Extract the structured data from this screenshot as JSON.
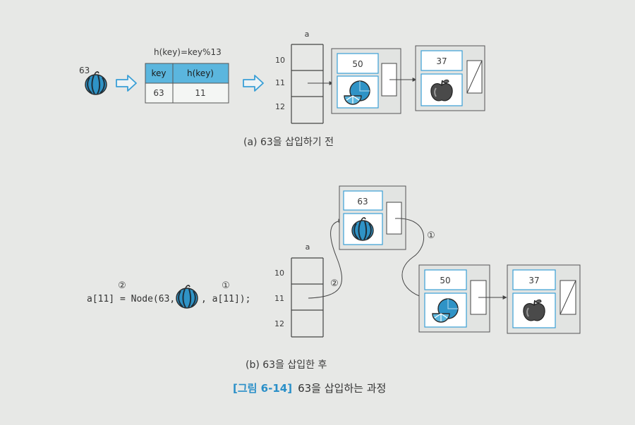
{
  "part_a": {
    "input_key": "63",
    "hash_formula": "h(key)=key%13",
    "hash_table": {
      "headers": [
        "key",
        "h(key)"
      ],
      "row": [
        "63",
        "11"
      ]
    },
    "array_label": "a",
    "array_indices": [
      "10",
      "11",
      "12"
    ],
    "node1_key": "50",
    "node2_key": "37",
    "caption": "(a) 63을 삽입하기 전"
  },
  "part_b": {
    "code_prefix": "a[11] = Node(63,",
    "code_suffix": ", a[11]);",
    "marker_1": "①",
    "marker_2": "②",
    "new_node_key": "63",
    "array_label": "a",
    "array_indices": [
      "10",
      "11",
      "12"
    ],
    "node1_key": "50",
    "node2_key": "37",
    "caption": "(b) 63을 삽입한 후"
  },
  "figure": {
    "number": "[그림 6-14]",
    "title": "63을 삽입하는 과정"
  },
  "colors": {
    "header_fill": "#5bb6de",
    "accent_blue": "#3a9fd6",
    "node_fill": "#e2e4e2",
    "figure_number": "#2a8fc8"
  },
  "icons": {
    "watermelon": "watermelon-icon",
    "orange": "orange-icon",
    "apple": "apple-icon",
    "hollow_arrow": "hollow-arrow-icon"
  }
}
